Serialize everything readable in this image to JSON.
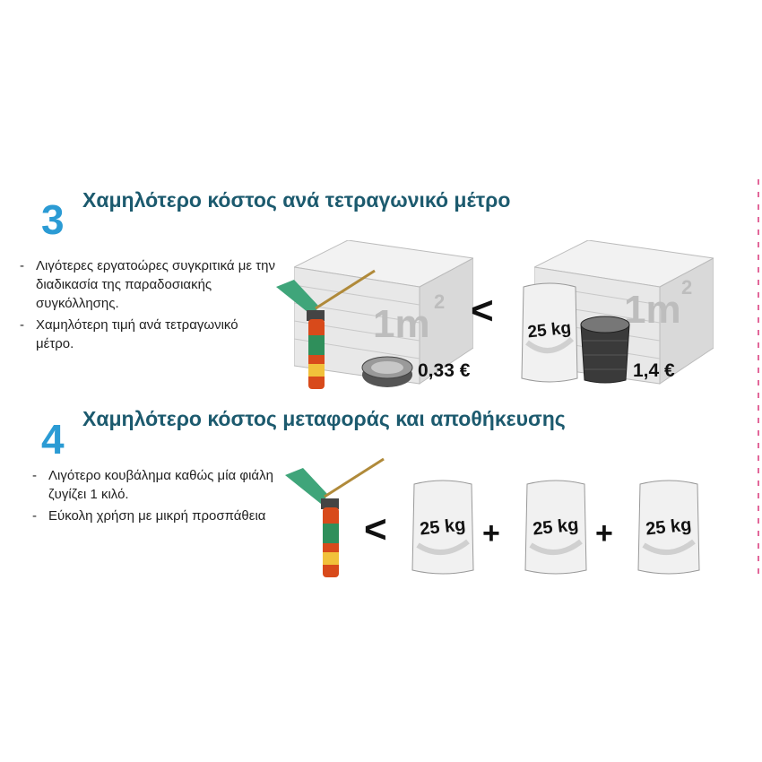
{
  "section3": {
    "number": "3",
    "title": "Χαμηλότερο κόστος ανά τετραγωνικό μέτρο",
    "bullets": [
      "Λιγότερες εργατοώρες συγκριτικά με την διαδικασία της παραδοσιακής συγκόλλησης.",
      "Χαμηλότερη τιμή ανά τετραγωνικό μέτρο."
    ],
    "block_label": "1m",
    "block_label_sup": "2",
    "comparison": "<",
    "price_foam": "0,33 €",
    "price_mortar": "1,4 €",
    "bag_label": "25 kg"
  },
  "section4": {
    "number": "4",
    "title": "Χαμηλότερο κόστος μεταφοράς και αποθήκευσης",
    "bullets": [
      "Λιγότερο κουβάλημα καθώς μία φιάλη ζυγίζει 1 κιλό.",
      "Εύκολη χρήση με μικρή προσπάθεια"
    ],
    "comparison": "<",
    "plus": "+",
    "bag_labels": [
      "25 kg",
      "25 kg",
      "25 kg"
    ]
  },
  "colors": {
    "number": "#2b9bd4",
    "heading": "#1c5a6e",
    "accent_rule": "#e2679a",
    "foam_can": "#d84a1b",
    "foam_nozzle": "#3fa57a"
  },
  "icons": [
    "foam-can-gun-icon",
    "concrete-block-icon",
    "adhesive-tin-icon",
    "cement-bag-icon",
    "mortar-bucket-icon"
  ]
}
